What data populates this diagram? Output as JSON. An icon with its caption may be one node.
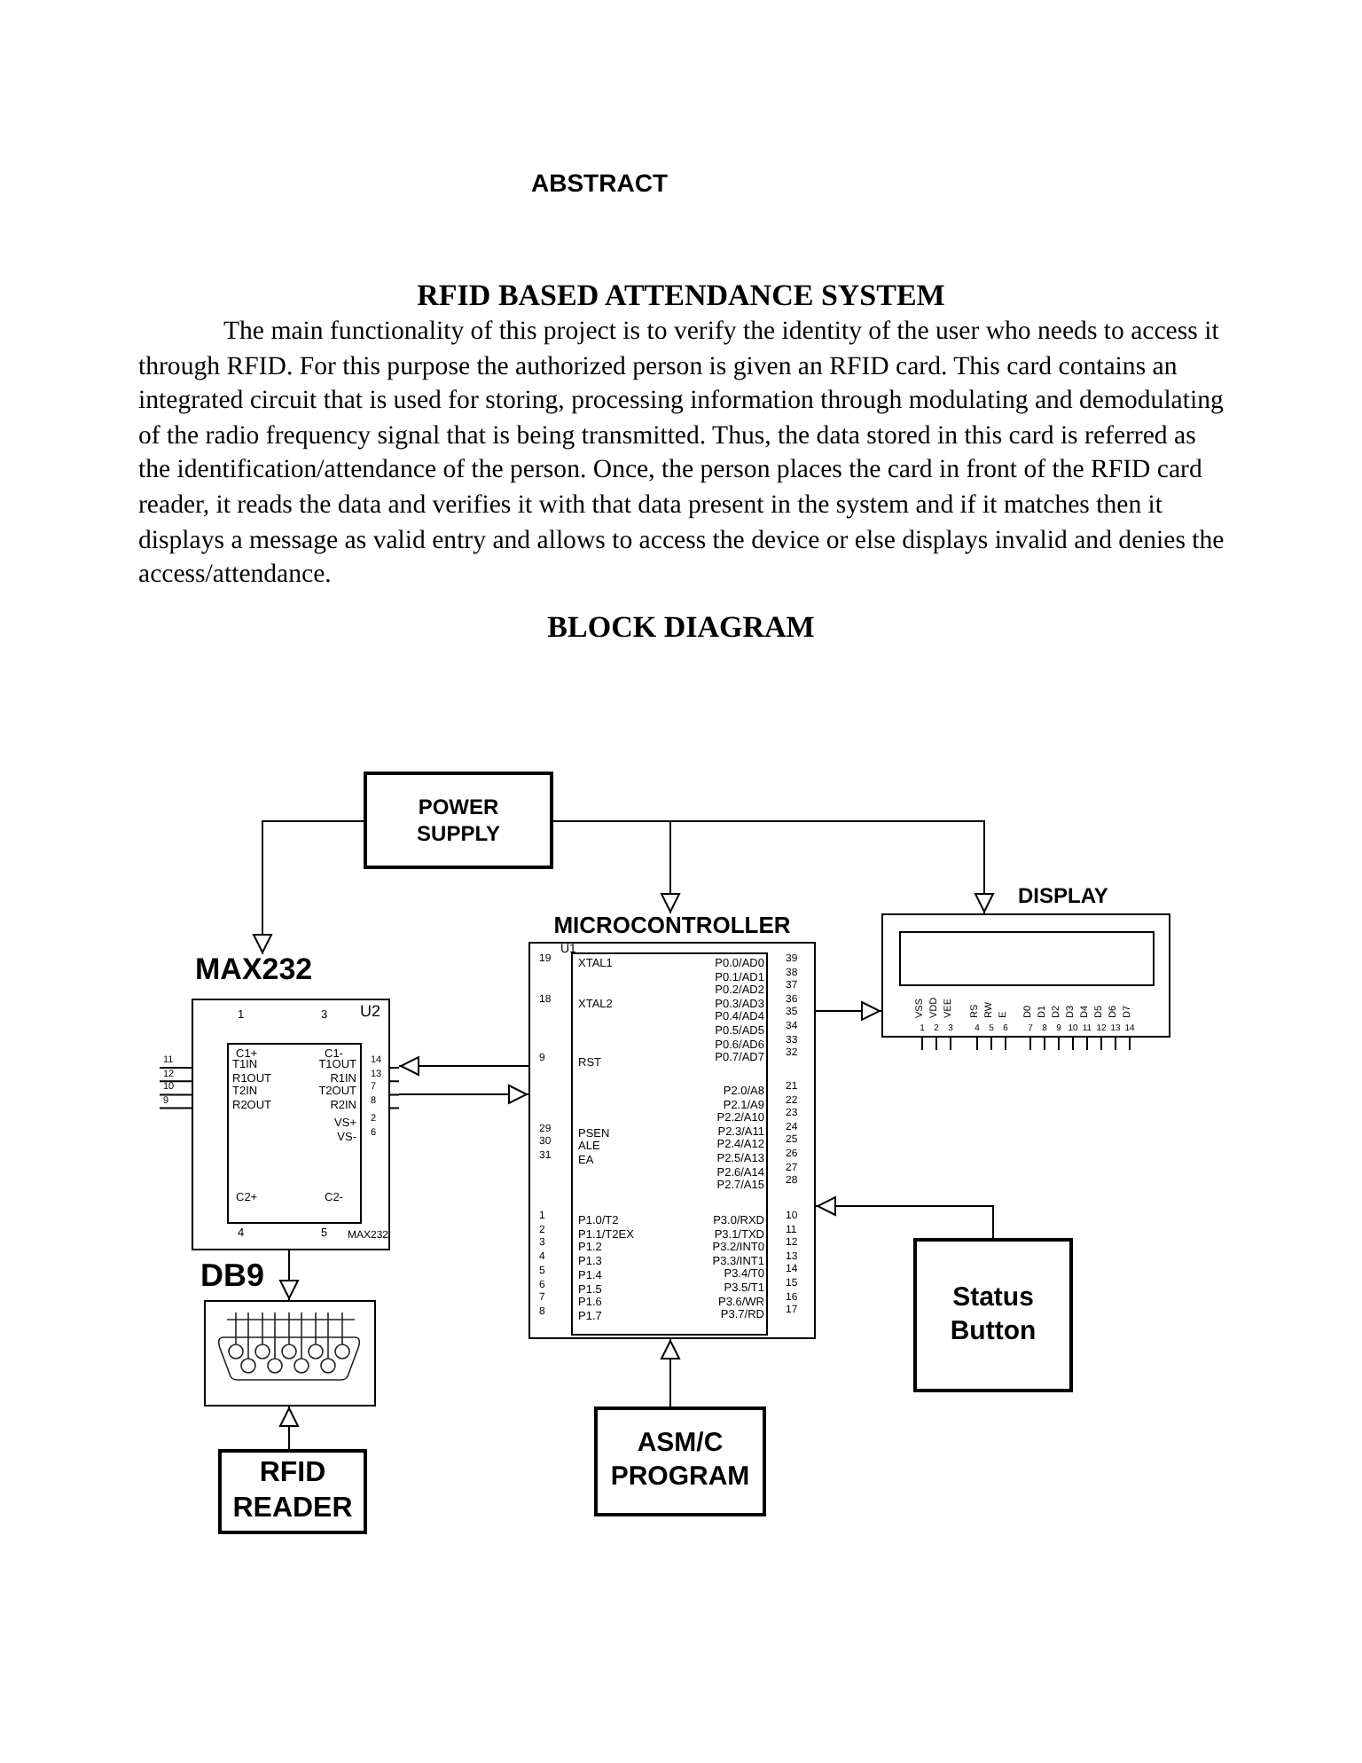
{
  "diagram": {
    "title": "BLOCK DIAGRAM",
    "nodes": [
      {
        "text": [
          "POWER SUPPLY"
        ]
      },
      {
        "text": [
          "MAX232"
        ]
      },
      {
        "text": [
          "MICROCONTROLLER"
        ]
      },
      {
        "text": [
          "DISPLAY"
        ]
      },
      {
        "text": [
          "DB9"
        ]
      },
      {
        "text": [
          "Status Button"
        ]
      },
      {
        "text": [
          "ASM/C PROGRAM"
        ]
      },
      {
        "text": [
          "RFID READER"
        ]
      }
    ],
    "edges": [
      {
        "from": 0,
        "to": 1,
        "arrow": "to"
      },
      {
        "from": 0,
        "to": 2,
        "arrow": "to"
      },
      {
        "from": 0,
        "to": 3,
        "arrow": "to"
      },
      {
        "from": 2,
        "to": 1,
        "arrow": "to"
      },
      {
        "from": 1,
        "to": 2,
        "arrow": "to"
      },
      {
        "from": 2,
        "to": 3,
        "arrow": "to"
      },
      {
        "from": 5,
        "to": 2,
        "arrow": "to"
      },
      {
        "from": 6,
        "to": 2,
        "arrow": "to"
      },
      {
        "from": 1,
        "to": 4,
        "arrow": "to"
      },
      {
        "from": 7,
        "to": 4,
        "arrow": "to"
      }
    ],
    "labels": [
      "ABSTRACT",
      "RFID BASED ATTENDANCE SYSTEM",
      "The main functionality of this project is to verify the identity of the user who needs to access it through RFID. For this purpose the authorized person is given an RFID card. This card contains an integrated circuit that is used for storing, processing information through modulating and demodulating of the radio frequency signal that is being transmitted. Thus, the data stored in this card is referred as the identification/attendance of the person. Once, the person places the card in front of the RFID card reader, it reads the data and verifies it with that data present in the system and if it matches then it displays a message as valid entry and allows to access the device or else displays invalid and denies the access/attendance.",
      "U2",
      "1",
      "3",
      "4",
      "5",
      "C1+",
      "C1-",
      "C2+",
      "C2-",
      "T1IN",
      "R1OUT",
      "T2IN",
      "R2OUT",
      "11",
      "12",
      "10",
      "9",
      "T1OUT",
      "R1IN",
      "T2OUT",
      "R2IN",
      "VS+",
      "VS-",
      "14",
      "13",
      "7",
      "8",
      "2",
      "6",
      "MAX232",
      "U1",
      "XTAL1",
      "XTAL2",
      "RST",
      "PSEN",
      "ALE",
      "EA",
      "P1.0/T2",
      "P1.1/T2EX",
      "P1.2",
      "P1.3",
      "P1.4",
      "P1.5",
      "P1.6",
      "P1.7",
      "19",
      "18",
      "9",
      "29",
      "30",
      "31",
      "1",
      "2",
      "3",
      "4",
      "5",
      "6",
      "7",
      "8",
      "P0.0/AD0",
      "P0.1/AD1",
      "P0.2/AD2",
      "P0.3/AD3",
      "P0.4/AD4",
      "P0.5/AD5",
      "P0.6/AD6",
      "P0.7/AD7",
      "P2.0/A8",
      "P2.1/A9",
      "P2.2/A10",
      "P2.3/A11",
      "P2.4/A12",
      "P2.5/A13",
      "P2.6/A14",
      "P2.7/A15",
      "P3.0/RXD",
      "P3.1/TXD",
      "P3.2/INT0",
      "P3.3/INT1",
      "P3.4/T0",
      "P3.5/T1",
      "P3.6/WR",
      "P3.7/RD",
      "39",
      "38",
      "37",
      "36",
      "35",
      "34",
      "33",
      "32",
      "21",
      "22",
      "23",
      "24",
      "25",
      "26",
      "27",
      "28",
      "10",
      "11",
      "12",
      "13",
      "14",
      "15",
      "16",
      "17",
      "VSS",
      "VDD",
      "VEE",
      "RS",
      "RW",
      "E",
      "D0",
      "D1",
      "D2",
      "D3",
      "D4",
      "D5",
      "D6",
      "D7",
      "1",
      "2",
      "3",
      "4",
      "5",
      "6",
      "7",
      "8",
      "9",
      "10",
      "11",
      "12",
      "13",
      "14"
    ]
  }
}
